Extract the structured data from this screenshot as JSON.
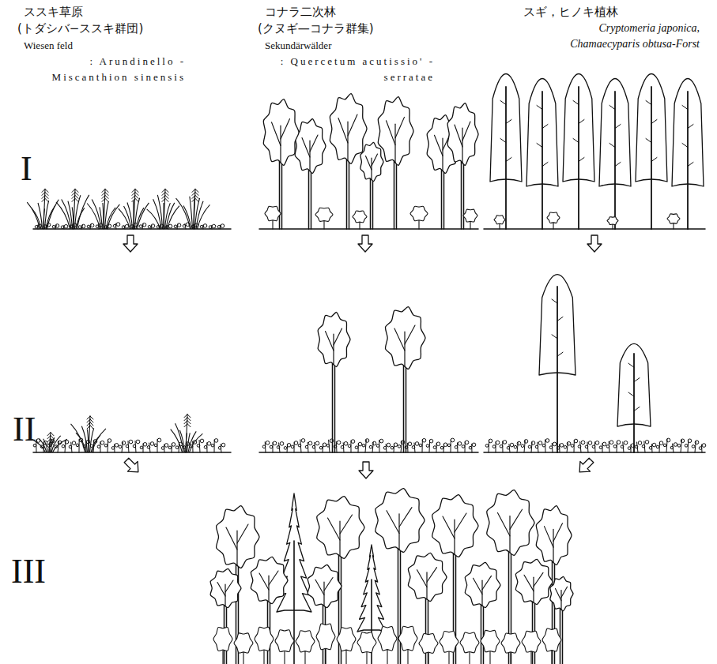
{
  "diagram": {
    "labels": [
      "ススキ草原",
      "(トダシバ−ススキ群団)",
      "Wiesen feld",
      ": Arundinello -Miscanthion sinensis",
      "コナラ二次林",
      "(クヌギ—コナラ群集)",
      "Sekundärwälder",
      ": Quercetum acutissio' -serratae",
      "スギ，ヒノキ植林",
      "Cryptomeria japonica, Chamaecyparis obtusa-Forst",
      "I",
      "II",
      "III"
    ]
  }
}
